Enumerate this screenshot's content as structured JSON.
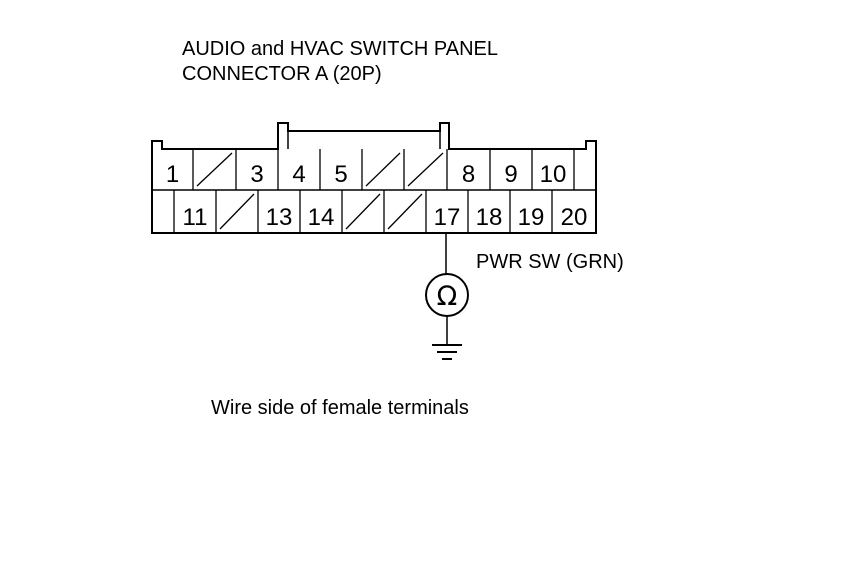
{
  "title": {
    "line1": "AUDIO and HVAC SWITCH PANEL",
    "line2": "CONNECTOR A (20P)"
  },
  "connector": {
    "top_row": [
      {
        "label": "1",
        "empty": false
      },
      {
        "label": "",
        "empty": true
      },
      {
        "label": "3",
        "empty": false
      },
      {
        "label": "4",
        "empty": false
      },
      {
        "label": "5",
        "empty": false
      },
      {
        "label": "",
        "empty": true
      },
      {
        "label": "",
        "empty": true
      },
      {
        "label": "8",
        "empty": false
      },
      {
        "label": "9",
        "empty": false
      },
      {
        "label": "10",
        "empty": false
      }
    ],
    "bottom_row": [
      {
        "label": "11",
        "empty": false
      },
      {
        "label": "",
        "empty": true
      },
      {
        "label": "13",
        "empty": false
      },
      {
        "label": "14",
        "empty": false
      },
      {
        "label": "",
        "empty": true
      },
      {
        "label": "",
        "empty": true
      },
      {
        "label": "17",
        "empty": false
      },
      {
        "label": "18",
        "empty": false
      },
      {
        "label": "19",
        "empty": false
      },
      {
        "label": "20",
        "empty": false
      }
    ]
  },
  "wire": {
    "terminal": "17",
    "label": "PWR SW (GRN)",
    "meter_symbol": "Ω",
    "meter_icon": "ohmmeter-icon",
    "ground_icon": "ground-icon"
  },
  "caption": "Wire side of female terminals"
}
